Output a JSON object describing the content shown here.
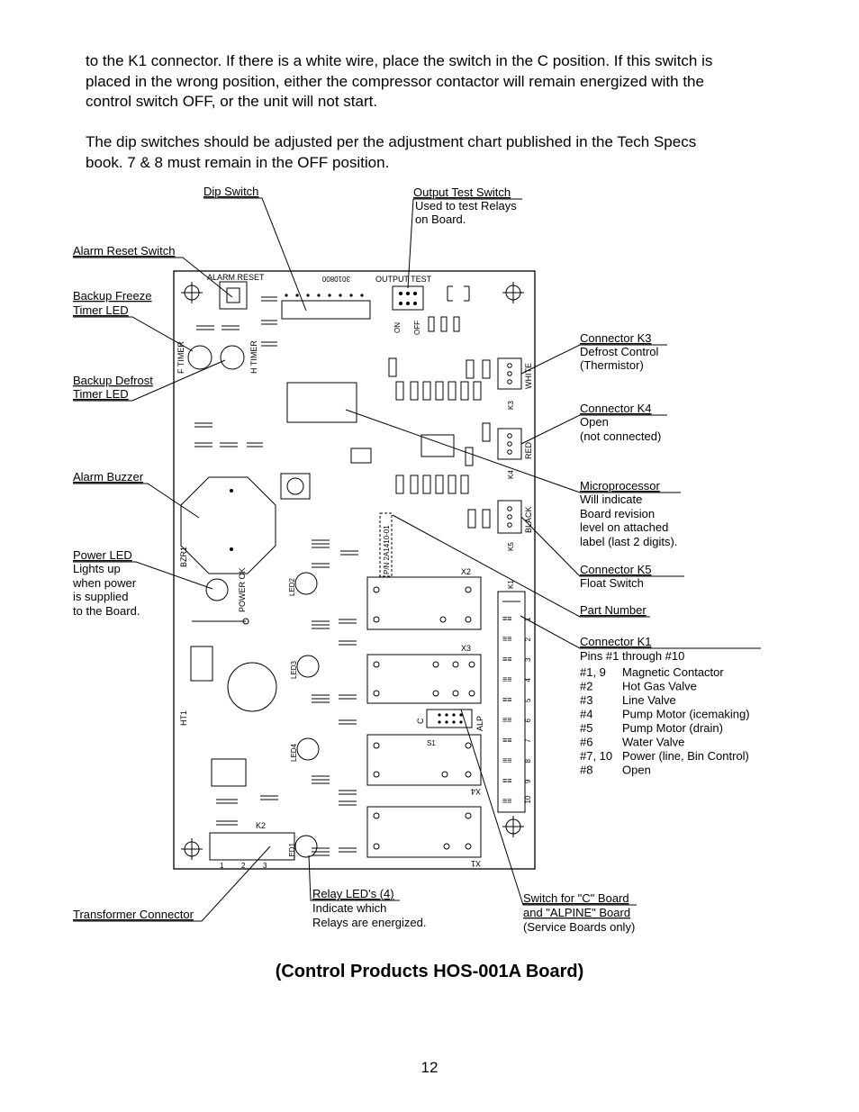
{
  "intro": {
    "para1": "to the K1 connector. If there is a white wire, place the switch in the C position. If this switch is placed in the wrong position, either the compressor contactor will remain energized with the control switch OFF, or the unit will not start.",
    "para2": "The dip switches should be adjusted per the adjustment chart published in the Tech Specs book. 7 & 8 must remain in the OFF position."
  },
  "callouts": {
    "dip_switch": "Dip Switch",
    "output_test_1": "Output Test Switch",
    "output_test_2": "Used to test Relays",
    "output_test_3": "on Board.",
    "alarm_reset": "Alarm Reset Switch",
    "backup_freeze_1": "Backup Freeze",
    "backup_freeze_2": "Timer LED",
    "backup_defrost_1": "Backup Defrost",
    "backup_defrost_2": "Timer LED",
    "alarm_buzzer": "Alarm Buzzer",
    "power_led_1": "Power LED",
    "power_led_2": "Lights up",
    "power_led_3": "when power",
    "power_led_4": "is supplied",
    "power_led_5": "to the Board.",
    "transformer": "Transformer Connector",
    "relay_leds_1": "Relay LED's (4)",
    "relay_leds_2": "Indicate which",
    "relay_leds_3": "Relays are energized.",
    "switch_c_1": "Switch for \"C\" Board",
    "switch_c_2": "and \"ALPINE\" Board",
    "switch_c_3": "(Service Boards only)",
    "k3_1": "Connector K3",
    "k3_2": "Defrost Control",
    "k3_3": "(Thermistor)",
    "k4_1": "Connector K4",
    "k4_2": "Open",
    "k4_3": "(not connected)",
    "micro_1": "Microprocessor",
    "micro_2": "Will indicate",
    "micro_3": "Board revision",
    "micro_4": "level on attached",
    "micro_5": "label (last 2 digits).",
    "k5_1": "Connector K5",
    "k5_2": "Float Switch",
    "part_number": "Part Number",
    "k1_1": "Connector K1",
    "k1_2": "Pins #1 through #10",
    "k1_pins": [
      {
        "pin": "#1, 9",
        "desc": "Magnetic Contactor"
      },
      {
        "pin": "#2",
        "desc": "Hot Gas Valve"
      },
      {
        "pin": "#3",
        "desc": "Line Valve"
      },
      {
        "pin": "#4",
        "desc": "Pump Motor (icemaking)"
      },
      {
        "pin": "#5",
        "desc": "Pump Motor (drain)"
      },
      {
        "pin": "#6",
        "desc": "Water Valve"
      },
      {
        "pin": "#7, 10",
        "desc": "Power (line, Bin Control)"
      },
      {
        "pin": "#8",
        "desc": "Open"
      }
    ]
  },
  "board": {
    "alarm_reset": "ALARM RESET",
    "output_test": "OUTPUT TEST",
    "board_code": "3010800",
    "white": "WHITE",
    "red": "RED",
    "black": "BLACK",
    "pn": "P/N 2A1410-01",
    "power_ok": "POWER OK",
    "f_timer": "F TIMER",
    "h_timer": "H TIMER",
    "x1": "X1",
    "x2": "X2",
    "x3": "X3",
    "x4": "X4",
    "k1": "K1",
    "k2": "K2",
    "k3": "K3",
    "k4": "K4",
    "k5": "K5",
    "alp": "ALP",
    "c": "C",
    "s1": "S1",
    "on": "ON",
    "off": "OFF",
    "bzr1": "BZR1",
    "ht1": "HT1",
    "led1": "LED1",
    "led2": "LED2",
    "led3": "LED3",
    "led4": "LED4",
    "k2_pins": [
      "1",
      "2",
      "3"
    ],
    "k1_pin_numbers": [
      "1",
      "2",
      "3",
      "4",
      "5",
      "6",
      "7",
      "8",
      "9",
      "10"
    ]
  },
  "caption": "(Control  Products  HOS-001A  Board)",
  "page_number": "12"
}
